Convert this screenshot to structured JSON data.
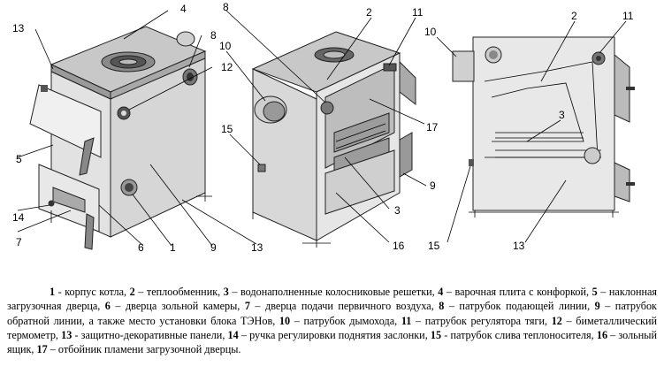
{
  "diagram": {
    "views": {
      "front": {
        "callouts": [
          "4",
          "13",
          "8",
          "12",
          "5",
          "14",
          "7",
          "6",
          "1",
          "9",
          "13"
        ]
      },
      "cutaway": {
        "callouts": [
          "8",
          "10",
          "2",
          "11",
          "17",
          "15",
          "9",
          "3",
          "16"
        ]
      },
      "side": {
        "callouts": [
          "2",
          "11",
          "10",
          "3",
          "15",
          "13"
        ]
      }
    }
  },
  "caption": {
    "items": [
      {
        "num": "1",
        "text": " - корпус котла, "
      },
      {
        "num": "2",
        "text": " – теплообменник, "
      },
      {
        "num": "3",
        "text": " – водонаполненные колосниковые решетки, "
      },
      {
        "num": "4",
        "text": " – варочная плита с конфоркой, "
      },
      {
        "num": "5",
        "text": " – наклонная загрузочная дверца, "
      },
      {
        "num": "6",
        "text": " – дверца зольной камеры, "
      },
      {
        "num": "7",
        "text": " – дверца подачи первичного воздуха, "
      },
      {
        "num": "8",
        "text": " – патрубок подающей линии, "
      },
      {
        "num": "9",
        "text": " – патрубок обратной линии, а также место установки блока ТЭНов, "
      },
      {
        "num": "10",
        "text": " – патрубок дымохода, "
      },
      {
        "num": "11",
        "text": " – патрубок регулятора тяги, "
      },
      {
        "num": "12",
        "text": " – биметаллический термометр, "
      },
      {
        "num": "13",
        "text": " - защитно-декоративные панели, "
      },
      {
        "num": "14",
        "text": " – ручка регулировки поднятия заслонки, "
      },
      {
        "num": "15",
        "text": " - патрубок слива теплоносителя, "
      },
      {
        "num": "16",
        "text": " – зольный ящик, "
      },
      {
        "num": "17",
        "text": " – отбойник пламени загрузочной дверцы."
      }
    ]
  }
}
